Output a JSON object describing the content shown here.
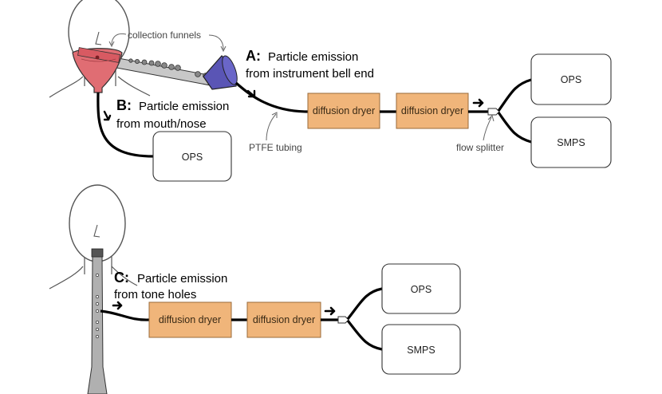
{
  "annotations": {
    "collection_funnels": "collection funnels",
    "ptfe_tubing": "PTFE tubing",
    "flow_splitter": "flow splitter"
  },
  "setup_a": {
    "letter": "A:",
    "line1": "Particle emission",
    "line2": "from instrument bell end",
    "dryers": [
      "diffusion dryer",
      "diffusion dryer"
    ],
    "instruments": [
      "OPS",
      "SMPS"
    ]
  },
  "setup_b": {
    "letter": "B:",
    "line1": "Particle emission",
    "line2": "from mouth/nose",
    "instrument": "OPS"
  },
  "setup_c": {
    "letter": "C:",
    "line1": "Particle emission",
    "line2": "from tone holes",
    "dryers": [
      "diffusion dryer",
      "diffusion dryer"
    ],
    "instruments": [
      "OPS",
      "SMPS"
    ]
  },
  "colors": {
    "mouth_funnel": "#e06d73",
    "bell_funnel": "#5a55b5",
    "dryer_fill": "#f0b57a",
    "dryer_stroke": "#9a6a3a",
    "tubing": "#000000",
    "instrument_body": "#b0b0b0"
  }
}
